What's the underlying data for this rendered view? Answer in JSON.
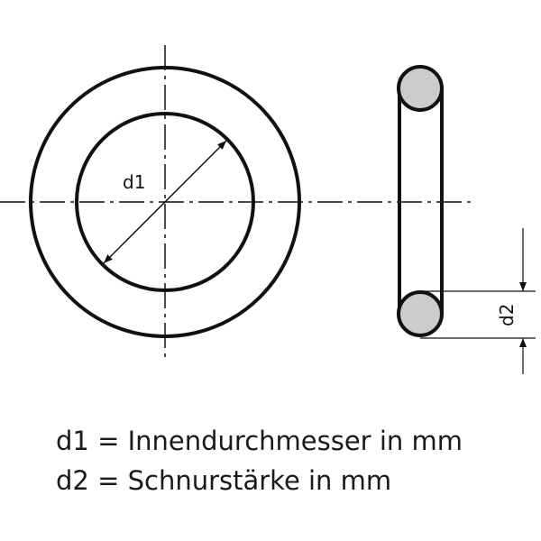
{
  "labels": {
    "d1": "d1",
    "d2": "d2"
  },
  "legend": [
    "d1 = Innendurchmesser in mm",
    "d2 = Schnurstärke in mm"
  ],
  "colors": {
    "stroke": "#111111",
    "cross_section_fill": "#cccccc"
  }
}
